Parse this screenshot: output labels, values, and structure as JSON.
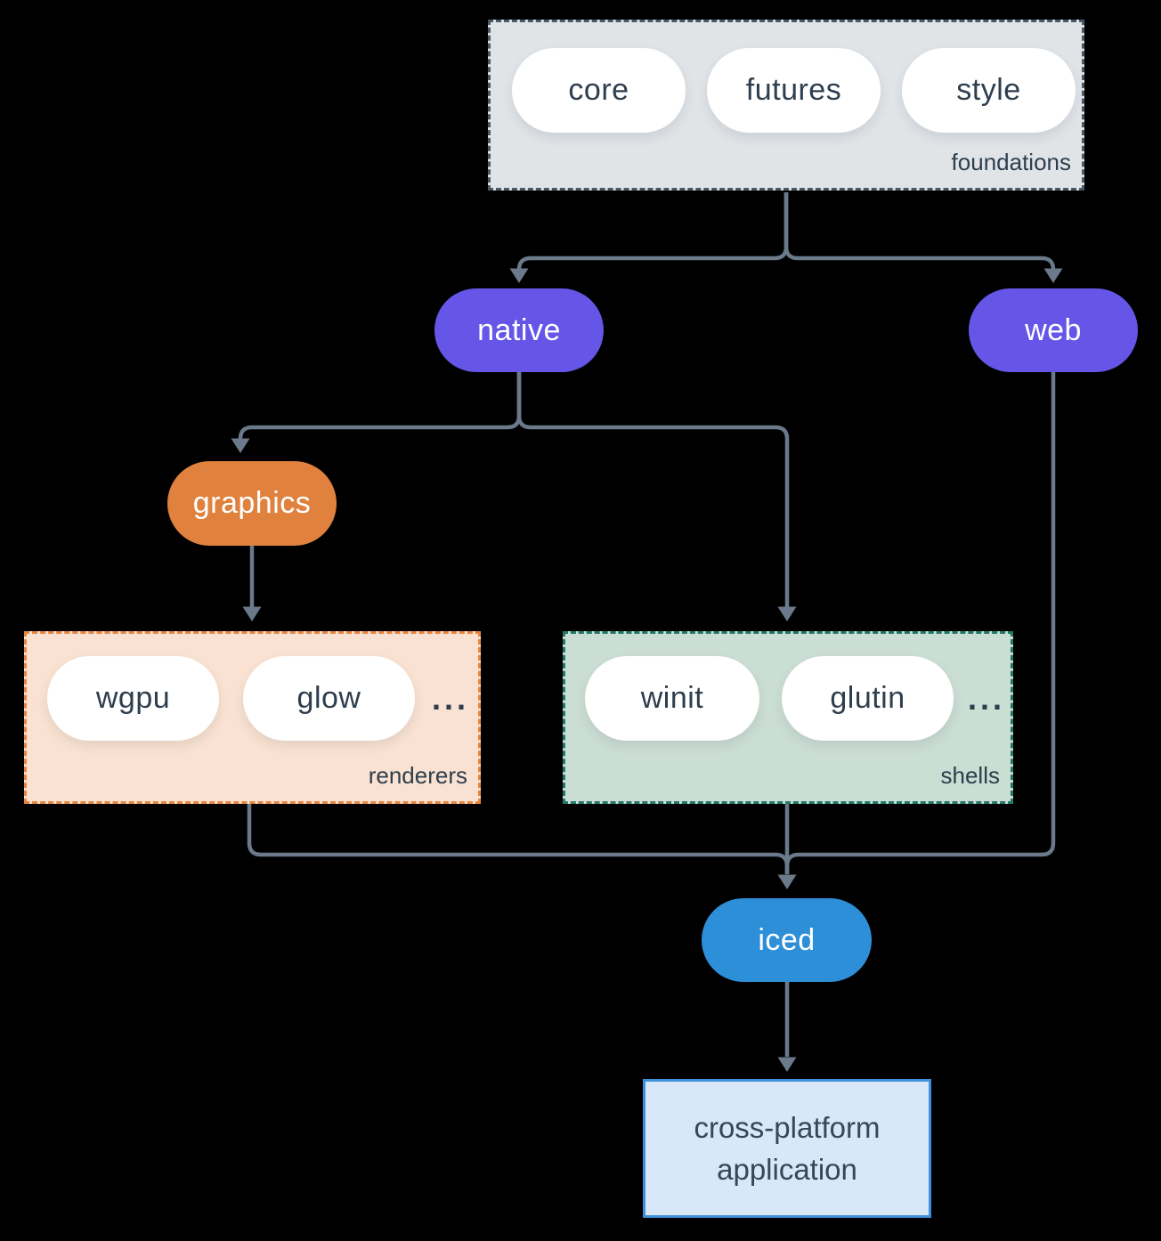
{
  "diagram": {
    "foundations": {
      "label": "foundations",
      "pills": [
        "core",
        "futures",
        "style"
      ]
    },
    "native": {
      "label": "native"
    },
    "web": {
      "label": "web"
    },
    "graphics": {
      "label": "graphics"
    },
    "renderers": {
      "label": "renderers",
      "pills": [
        "wgpu",
        "glow"
      ],
      "ellipsis": "..."
    },
    "shells": {
      "label": "shells",
      "pills": [
        "winit",
        "glutin"
      ],
      "ellipsis": "..."
    },
    "iced": {
      "label": "iced"
    },
    "application": {
      "label": "cross-platform application"
    }
  },
  "colors": {
    "background": "#000000",
    "arrow": "#6b7a8a",
    "node_text": "#2e3e4e",
    "purple": "#6556e7",
    "orange": "#e0813d",
    "blue": "#2d8fd8",
    "foundations_fill": "#e0e4e7",
    "foundations_border": "#4a5967",
    "renderers_fill": "#f9e2d1",
    "renderers_border": "#e8843c",
    "shells_fill": "#cbded4",
    "shells_border": "#207867",
    "application_fill": "#d8e8f8",
    "application_border": "#3e8fdc"
  }
}
